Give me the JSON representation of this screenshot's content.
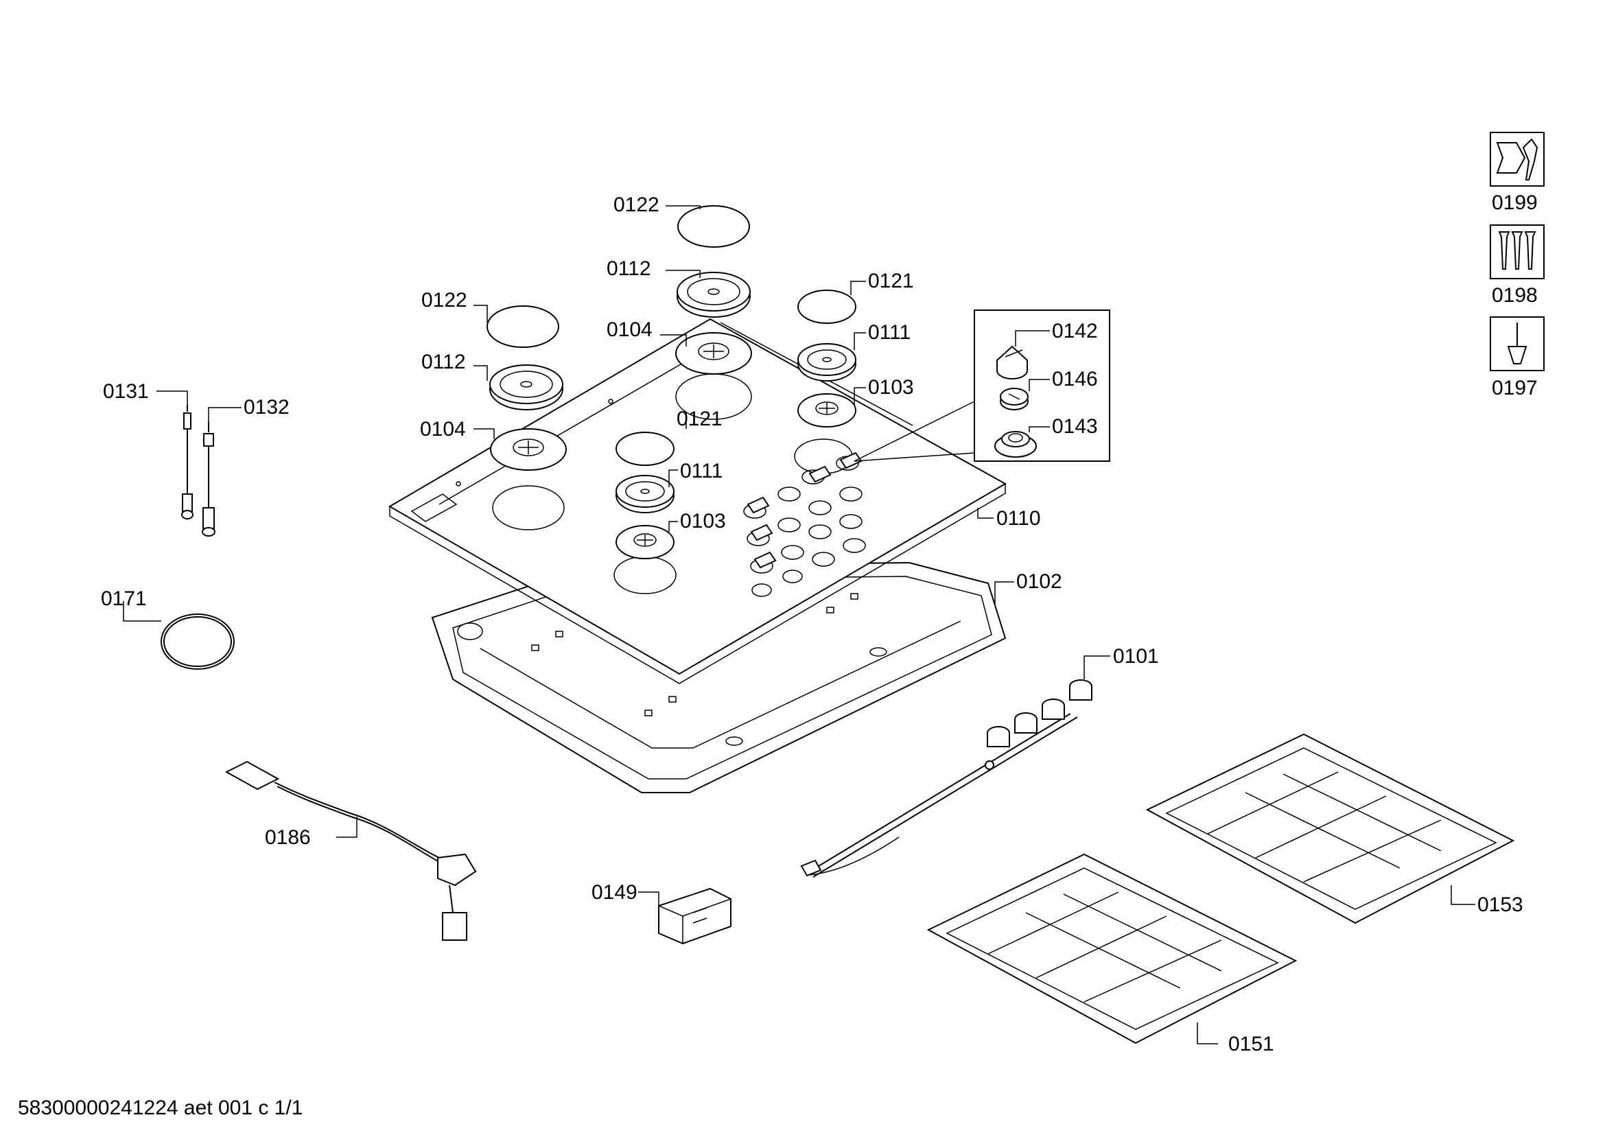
{
  "labels": {
    "l0122a": "0122",
    "l0112a": "0112",
    "l0122b": "0122",
    "l0121a": "0121",
    "l0112b": "0112",
    "l0104a": "0104",
    "l0111a": "0111",
    "l0103a": "0103",
    "l0142": "0142",
    "l0146": "0146",
    "l0143": "0143",
    "l0104b": "0104",
    "l0121b": "0121",
    "l0111b": "0111",
    "l0103b": "0103",
    "l0110": "0110",
    "l0131": "0131",
    "l0132": "0132",
    "l0171": "0171",
    "l0102": "0102",
    "l0101": "0101",
    "l0186": "0186",
    "l0149": "0149",
    "l0153": "0153",
    "l0151": "0151",
    "l0199": "0199",
    "l0198": "0198",
    "l0197": "0197"
  },
  "footer": "58300000241224 aet 001 c 1/1"
}
